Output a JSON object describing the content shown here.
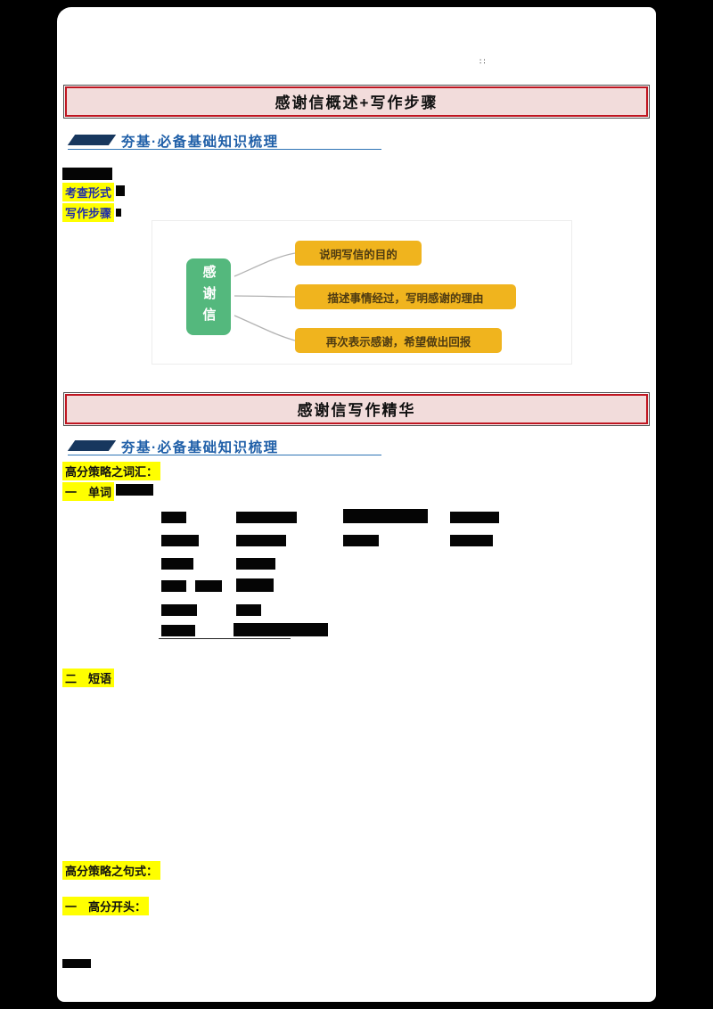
{
  "header": {
    "marks": "∶∶"
  },
  "section1": {
    "title": "感谢信概述+写作步骤",
    "subheader": "夯基·必备基础知识梳理",
    "exam_form_label": "考查形式",
    "writing_steps_label": "写作步骤"
  },
  "diagram": {
    "center_label": "感谢信",
    "nodes": [
      "说明写信的目的",
      "描述事情经过，写明感谢的理由",
      "再次表示感谢，希望做出回报"
    ]
  },
  "section2": {
    "title": "感谢信写作精华",
    "subheader": "夯基·必备基础知识梳理",
    "vocab_heading": "高分策略之词汇：",
    "words_label": "一　单词",
    "phrases_label": "二　短语",
    "sentences_heading": "高分策略之句式：",
    "opening_label": "一　高分开头："
  },
  "colors": {
    "accent_red": "#bf1621",
    "title_bg": "#f2dcdb",
    "highlight_yellow": "#ffff00",
    "heading_blue": "#1f5fa8",
    "flag_navy": "#17375e",
    "diagram_green": "#54b87d",
    "diagram_yellow": "#f0b41e"
  }
}
